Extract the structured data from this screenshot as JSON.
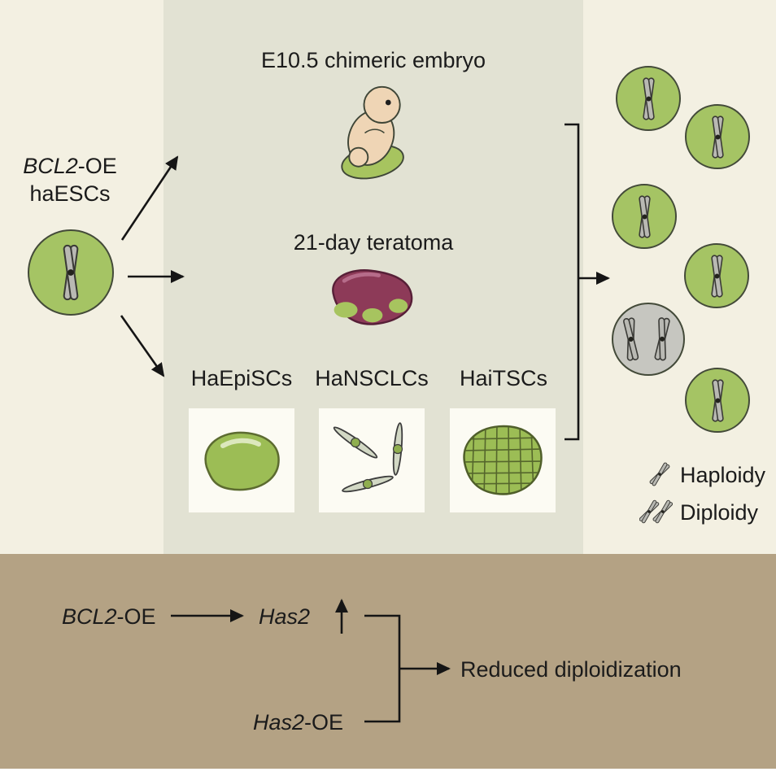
{
  "colors": {
    "background": "#f3f0e2",
    "center_panel": "#e2e2d3",
    "bottom_band": "#b4a284",
    "cell_green": "#a5c464",
    "cell_gray": "#c6c6c0",
    "chromosome_gray": "#b9b9b3",
    "teratoma_maroon": "#8d3a58",
    "line_color": "#151515"
  },
  "left_cell": {
    "gene": "BCL2",
    "suffix": "-OE",
    "line2": "haESCs"
  },
  "panel": {
    "embryo_label": "E10.5 chimeric embryo",
    "teratoma_label": "21-day teratoma",
    "cell_labels": [
      "HaEpiSCs",
      "HaNSCLCs",
      "HaiTSCs"
    ]
  },
  "legend": {
    "haploidy": "Haploidy",
    "diploidy": "Diploidy"
  },
  "pathway": {
    "bcl2_gene": "BCL2",
    "bcl2_suffix": "-OE",
    "has2": "Has2",
    "has2oe_gene": "Has2",
    "has2oe_suffix": "-OE",
    "result": "Reduced diploidization"
  }
}
